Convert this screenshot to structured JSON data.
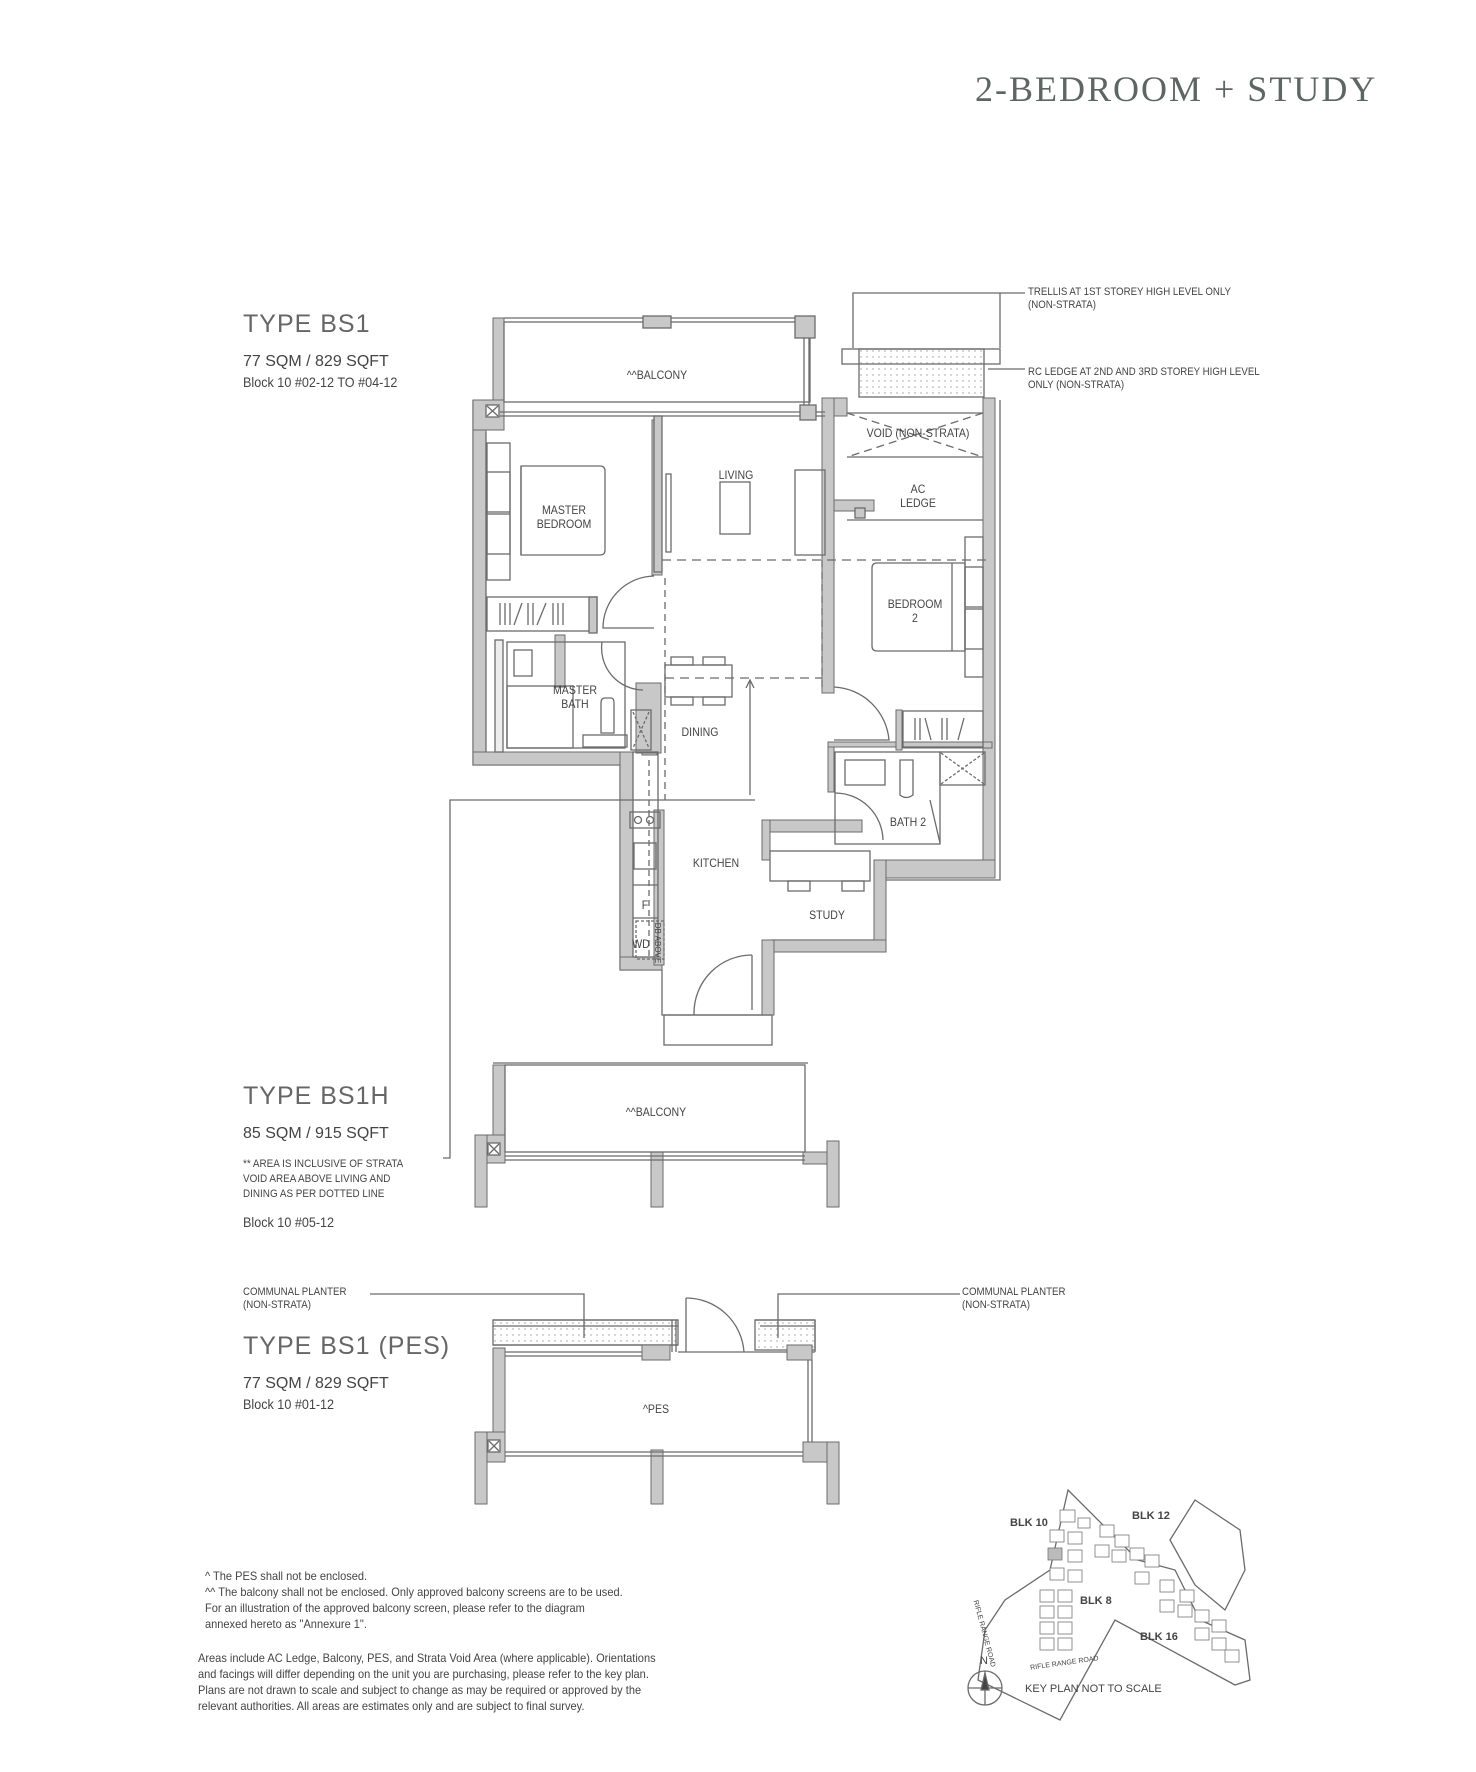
{
  "header": {
    "title": "2-BEDROOM + STUDY"
  },
  "types": [
    {
      "name": "TYPE  BS1",
      "area": "77 SQM /  829 SQFT",
      "units": "Block 10 #02-12 TO #04-12"
    },
    {
      "name": "TYPE  BS1H",
      "area": "85 SQM /  915 SQFT",
      "note": [
        "** AREA IS INCLUSIVE OF  STRATA",
        "VOID AREA ABOVE LIVING AND",
        "DINING AS PER DOTTED LINE"
      ],
      "units": "Block 10 #05-12"
    },
    {
      "name": "TYPE  BS1 (PES)",
      "area": "77 SQM /  829 SQFT",
      "units": "Block 10 #01-12"
    }
  ],
  "annotations": {
    "trellis": [
      "TRELLIS AT 1ST STOREY HIGH LEVEL ONLY",
      "(NON-STRATA)"
    ],
    "rc_ledge": [
      "RC LEDGE AT 2ND AND 3RD STOREY HIGH LEVEL",
      "ONLY (NON-STRATA)"
    ],
    "planter_left": [
      "COMMUNAL PLANTER",
      "(NON-STRATA)"
    ],
    "planter_right": [
      "COMMUNAL PLANTER",
      "(NON-STRATA)"
    ]
  },
  "rooms": {
    "balcony": "^^BALCONY",
    "living": "LIVING",
    "master_bedroom": [
      "MASTER",
      "BEDROOM"
    ],
    "master_bath": [
      "MASTER",
      "BATH"
    ],
    "dining": "DINING",
    "void": "VOID (NON-STRATA)",
    "ac_ledge": [
      "AC",
      "LEDGE"
    ],
    "bedroom2": [
      "BEDROOM",
      "2"
    ],
    "bath2": "BATH 2",
    "kitchen": "KITCHEN",
    "study": "STUDY",
    "fridge": "F",
    "washer_dryer": "WD",
    "db_above": "DB ABOVE",
    "bs1h_balcony": "^^BALCONY",
    "pes": "^PES"
  },
  "notes": {
    "footnotes": [
      "^  The PES shall not be enclosed.",
      "^^ The balcony shall not be enclosed. Only approved balcony screens are to be used.",
      "For an illustration of the approved balcony screen, please refer to the diagram",
      "annexed hereto as \"Annexure 1\"."
    ],
    "disclaimer": [
      "Areas include AC Ledge, Balcony, PES, and Strata Void Area (where applicable). Orientations",
      "and facings will differ depending on the unit you are purchasing, please refer to the key plan.",
      "Plans are not drawn to scale and subject to change as may be required or approved by the",
      "relevant authorities. All areas are estimates only and are subject to final survey."
    ]
  },
  "key_plan": {
    "blocks": [
      "BLK 10",
      "BLK 12",
      "BLK 8",
      "BLK 16"
    ],
    "roads": [
      "RIFLE RANGE ROAD",
      "RIFLE RANGE ROAD"
    ],
    "north": "N",
    "caption": "KEY PLAN NOT TO SCALE"
  },
  "colors": {
    "wall": "#c8c8c8",
    "line": "#6b6b6b",
    "title": "#5d6663"
  }
}
